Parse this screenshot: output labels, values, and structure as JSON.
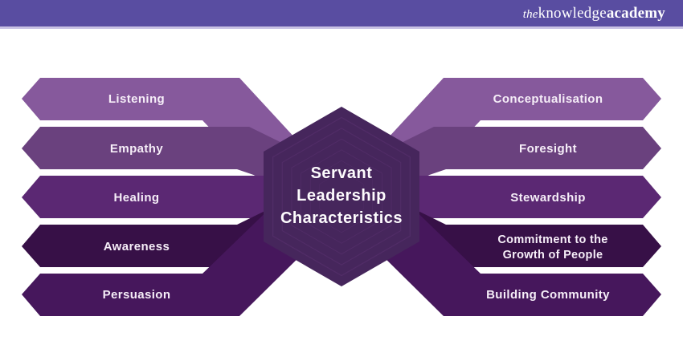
{
  "header": {
    "logo": {
      "prefix": "the",
      "word1": "knowledge",
      "word2": "academy"
    },
    "bg_color": "#594da1",
    "strip_color": "#c9c2e4"
  },
  "diagram": {
    "center": {
      "title": "Servant Leadership Characteristics",
      "lines": [
        "Servant",
        "Leadership",
        "Characteristics"
      ],
      "fill": "#46265c",
      "ring_color": "#5d3373"
    },
    "left_items": [
      {
        "label": "Listening",
        "fill": "#86599c"
      },
      {
        "label": "Empathy",
        "fill": "#6a417e"
      },
      {
        "label": "Healing",
        "fill": "#5b2873"
      },
      {
        "label": "Awareness",
        "fill": "#371047"
      },
      {
        "label": "Persuasion",
        "fill": "#46175c"
      }
    ],
    "right_items": [
      {
        "label": "Conceptualisation",
        "fill": "#86599c"
      },
      {
        "label": "Foresight",
        "fill": "#6a417e"
      },
      {
        "label": "Stewardship",
        "fill": "#5b2873"
      },
      {
        "label": "Commitment to the Growth of People",
        "line1": "Commitment to the",
        "line2": "Growth of People",
        "fill": "#371047"
      },
      {
        "label": "Building Community",
        "fill": "#46175c"
      }
    ]
  }
}
